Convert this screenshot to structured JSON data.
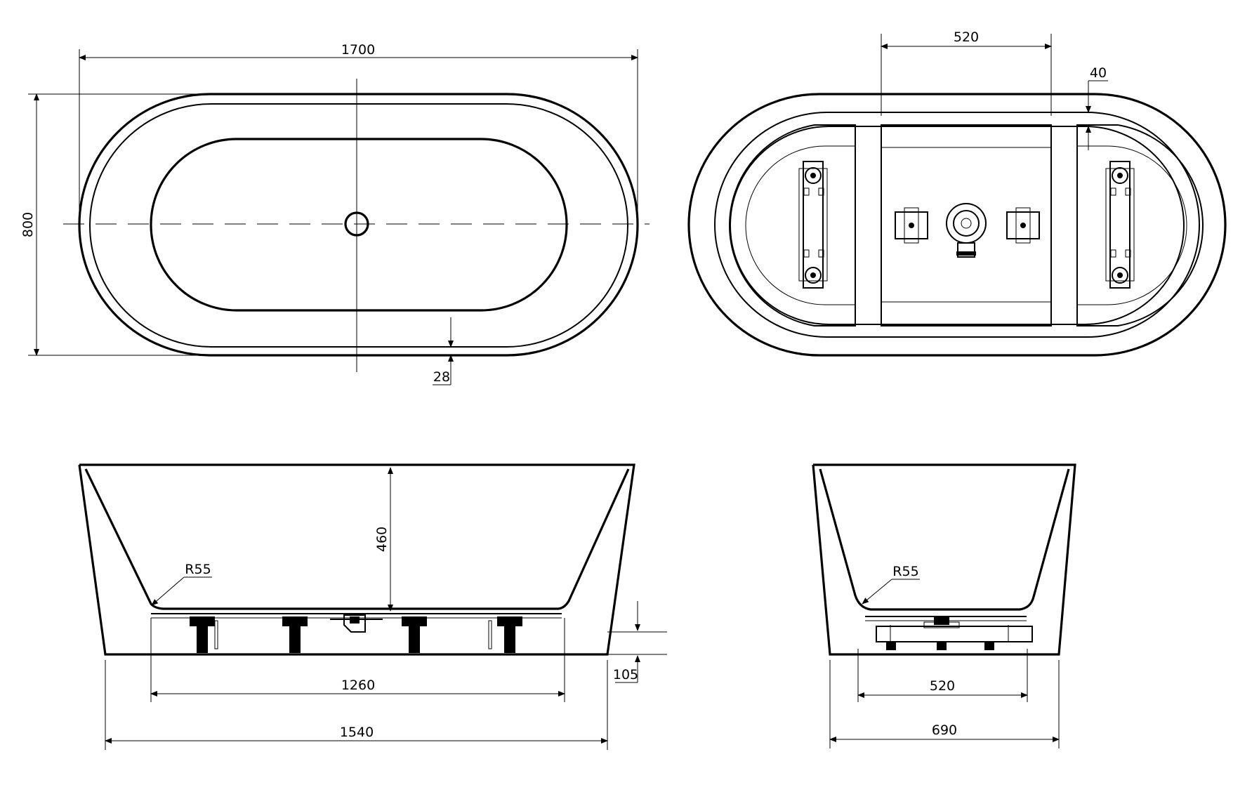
{
  "dimensions": {
    "top_length": "1700",
    "top_width": "800",
    "rim_offset": "28",
    "base_span_top": "520",
    "rim_depth": "40",
    "inner_depth": "460",
    "inner_radius_side": "R55",
    "inner_radius_end": "R55",
    "foot_span": "1260",
    "base_length": "1540",
    "plinth_height": "105",
    "base_span_end": "520",
    "base_width": "690"
  }
}
